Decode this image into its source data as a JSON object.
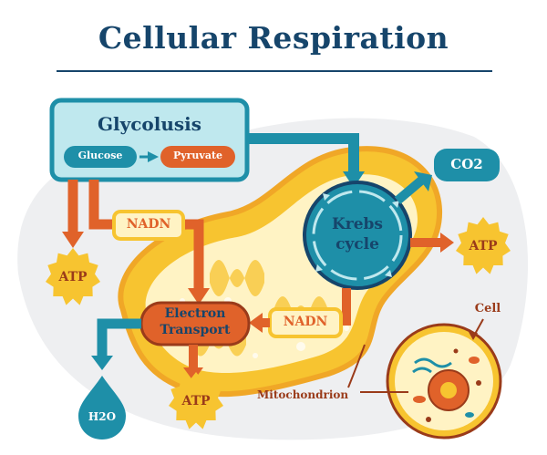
{
  "title": "Cellular Respiration",
  "glycolysis": {
    "title": "Glycolusis",
    "glucose": "Glucose",
    "pyruvate": "Pyruvate"
  },
  "krebs": {
    "line1": "Krebs",
    "line2": "cycle"
  },
  "electron_transport": {
    "line1": "Electron",
    "line2": "Transport"
  },
  "nadn_top": "NADN",
  "nadn_bottom": "NADN",
  "co2": "CO2",
  "h2o": "H2O",
  "atp_left": "ATP",
  "atp_right": "ATP",
  "atp_bottom": "ATP",
  "cell_label": "Cell",
  "mito_label": "Mitochondrion",
  "colors": {
    "title": "#16456b",
    "teal": "#1e8fa8",
    "teal_light": "#bfe8ee",
    "orange": "#e0622a",
    "yellow": "#f7c430",
    "cream": "#fff3c4",
    "navy": "#16456b",
    "brown": "#9a3b1a"
  },
  "icons": [
    "glycolysis-box",
    "krebs-cycle-circle",
    "atp-starburst",
    "water-drop",
    "cell-illustration",
    "mitochondrion-shape"
  ]
}
